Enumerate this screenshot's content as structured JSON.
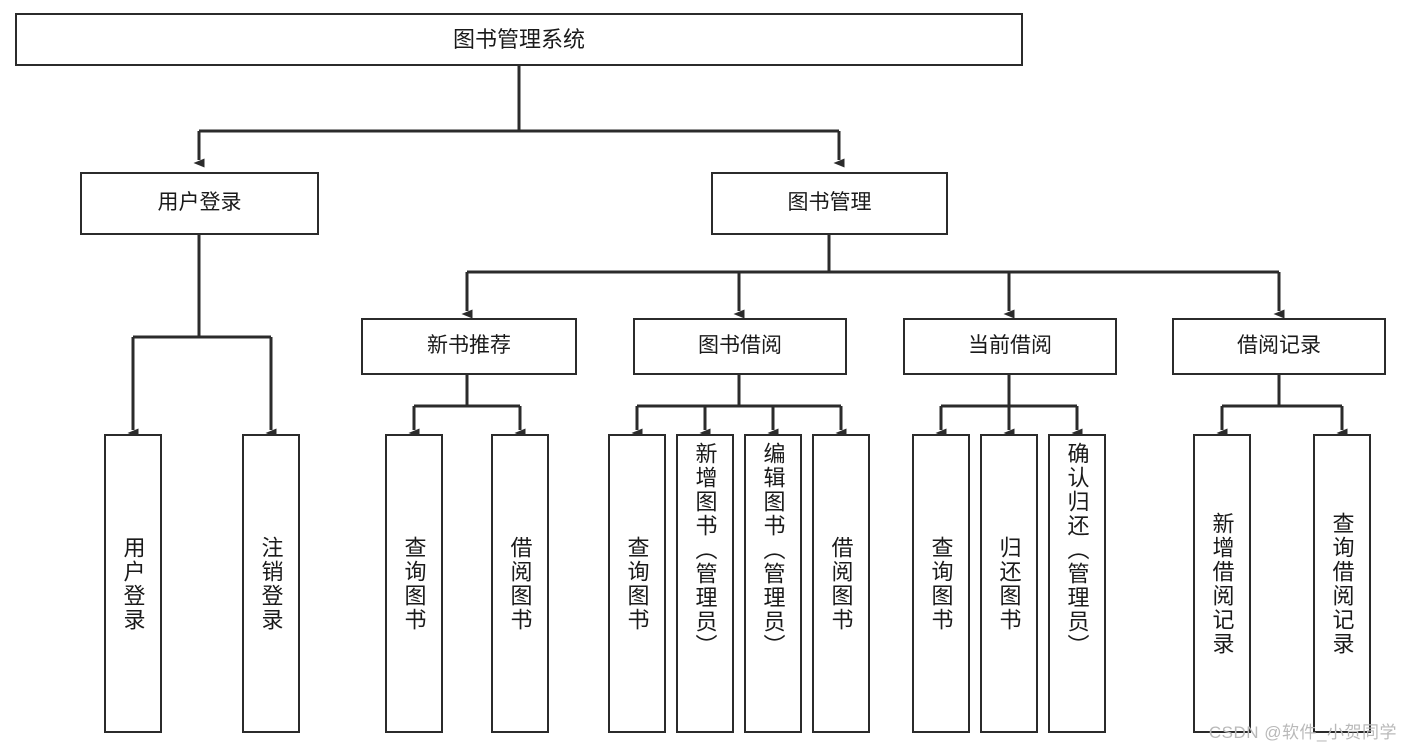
{
  "diagram": {
    "title": "图书管理系统",
    "type": "functional-structure-tree",
    "watermark": "CSDN @软件_小贺同学",
    "colors": {
      "box_border": "#2b2b2b",
      "box_fill": "#ffffff",
      "connector": "#2b2b2b",
      "text": "#1a1a1a",
      "watermark": "#b9b9b9",
      "background": "#ffffff"
    },
    "root": {
      "label": "图书管理系统"
    },
    "level1": [
      {
        "label": "用户登录"
      },
      {
        "label": "图书管理"
      }
    ],
    "level2": [
      {
        "label": "新书推荐"
      },
      {
        "label": "图书借阅"
      },
      {
        "label": "当前借阅"
      },
      {
        "label": "借阅记录"
      }
    ],
    "leaves": {
      "user_login": [
        {
          "label": "用户登录"
        },
        {
          "label": "注销登录"
        }
      ],
      "new_book": [
        {
          "label": "查询图书"
        },
        {
          "label": "借阅图书"
        }
      ],
      "book_borrow": [
        {
          "label": "查询图书"
        },
        {
          "label": "新增图书（管理员）"
        },
        {
          "label": "编辑图书（管理员）"
        },
        {
          "label": "借阅图书"
        }
      ],
      "current_borrow": [
        {
          "label": "查询图书"
        },
        {
          "label": "归还图书"
        },
        {
          "label": "确认归还（管理员）"
        }
      ],
      "borrow_record": [
        {
          "label": "新增借阅记录"
        },
        {
          "label": "查询借阅记录"
        }
      ]
    }
  }
}
